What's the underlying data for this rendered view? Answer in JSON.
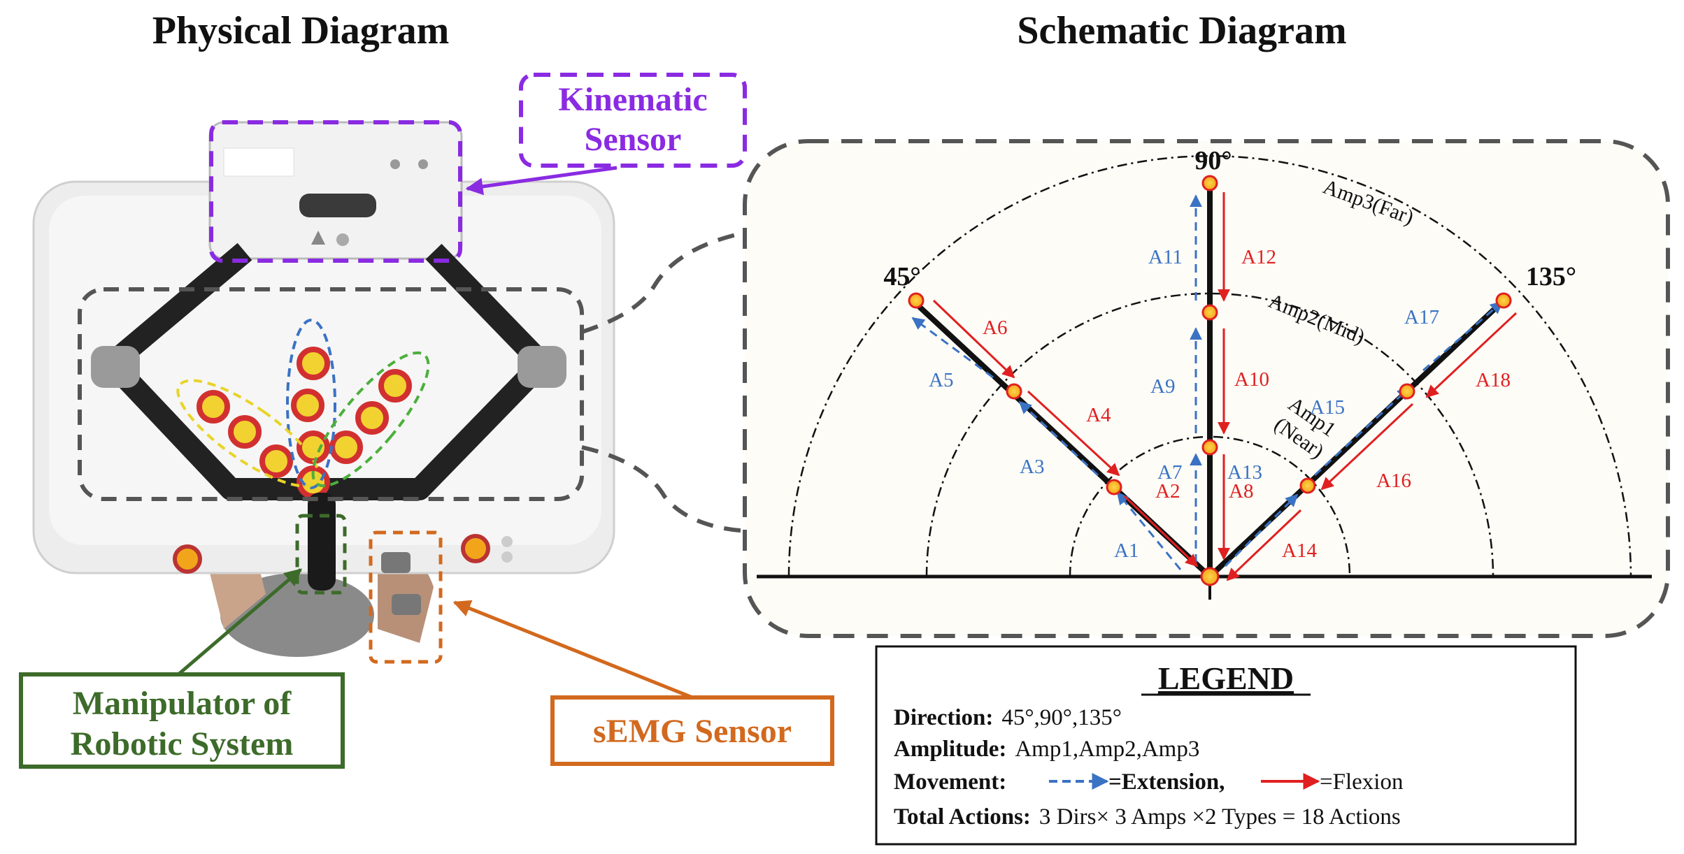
{
  "titles": {
    "left": "Physical Diagram",
    "right": "Schematic Diagram"
  },
  "callouts": {
    "kinematic_line1": "Kinematic",
    "kinematic_line2": "Sensor",
    "manipulator_line1": "Manipulator of",
    "manipulator_line2": "Robotic System",
    "semg": "sEMG Sensor"
  },
  "colors": {
    "kinematic": "#8a2be2",
    "manipulator": "#3d6b2a",
    "semg": "#d2691e",
    "extension": "#3a72c4",
    "flexion": "#e02020"
  },
  "schematic": {
    "angles": [
      "45°",
      "90°",
      "135°"
    ],
    "amplitudes": [
      "Amp1",
      "(Near)",
      "Amp2(Mid)",
      "Amp3(Far)"
    ],
    "actions": [
      "A1",
      "A2",
      "A3",
      "A4",
      "A5",
      "A6",
      "A7",
      "A8",
      "A9",
      "A10",
      "A11",
      "A12",
      "A13",
      "A14",
      "A15",
      "A16",
      "A17",
      "A18"
    ]
  },
  "legend": {
    "title": "LEGEND",
    "direction_label": "Direction:",
    "direction_value": "45°,90°,135°",
    "amplitude_label": "Amplitude:",
    "amplitude_value": "Amp1,Amp2,Amp3",
    "movement_label": "Movement:",
    "extension": "=Extension,",
    "flexion": "=Flexion",
    "total_label": "Total Actions:",
    "total_value": "3 Dirs× 3 Amps ×2 Types = 18 Actions"
  }
}
